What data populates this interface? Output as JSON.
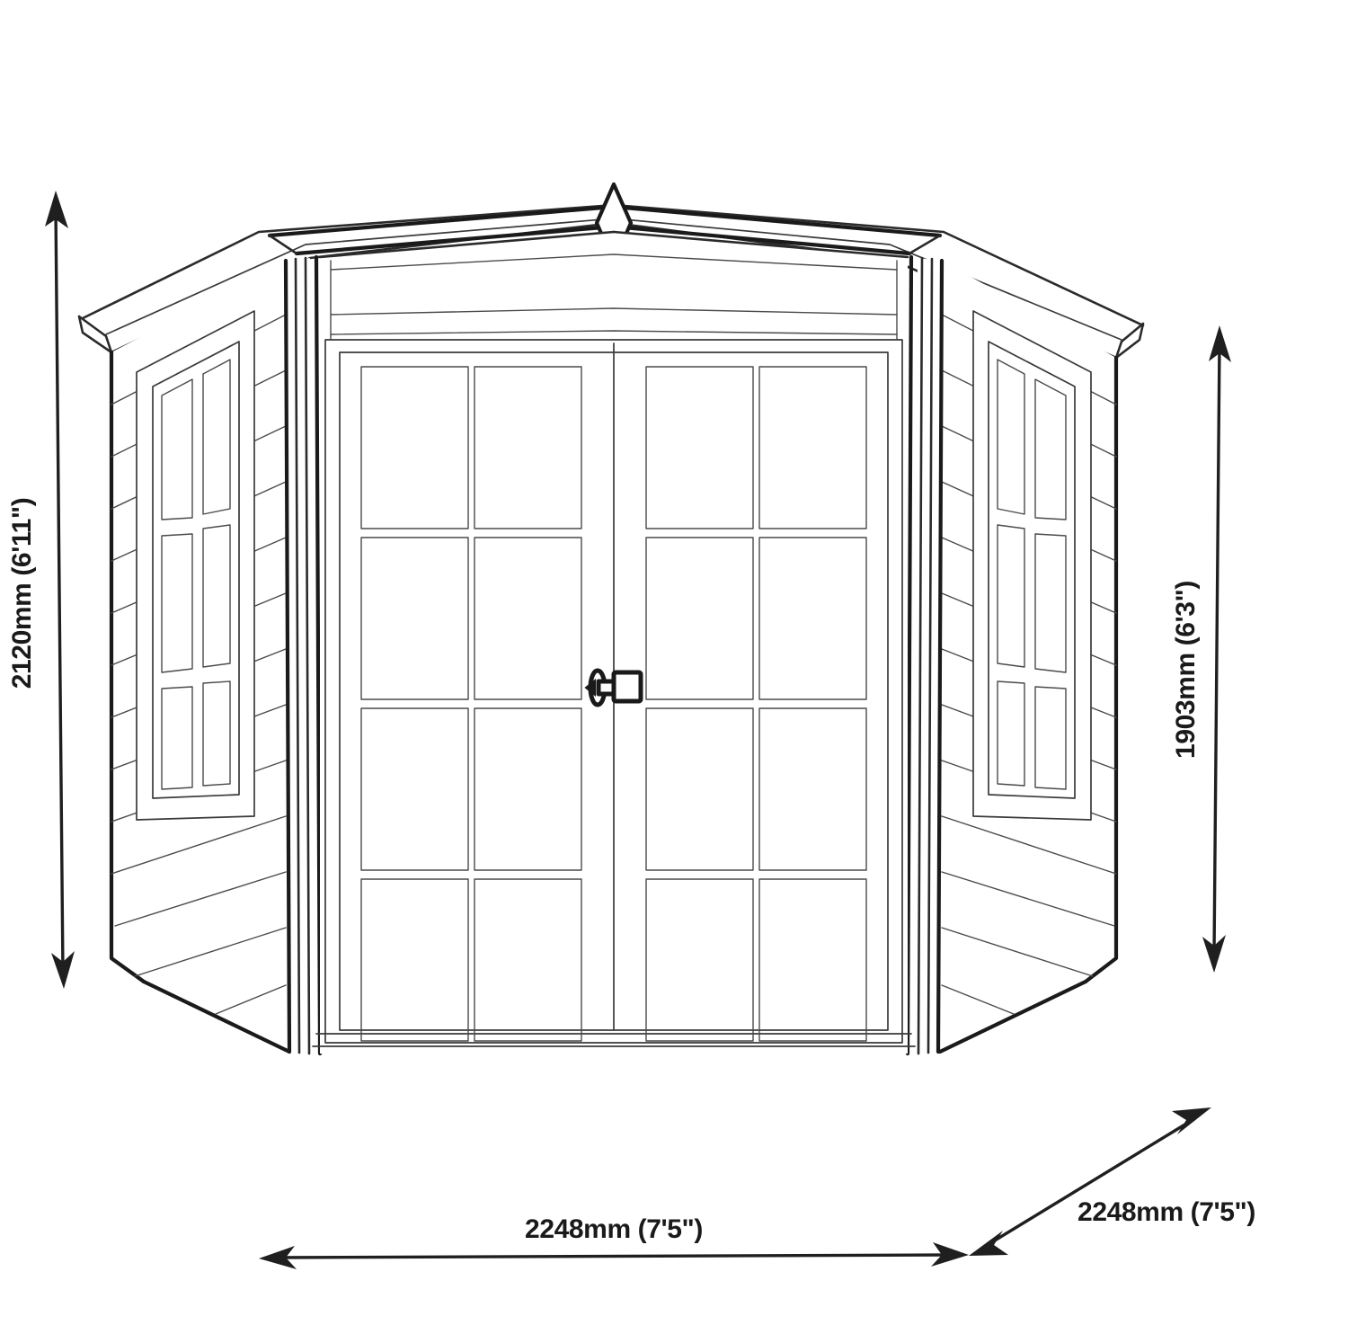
{
  "drawing": {
    "subject": "corner summerhouse shed",
    "view": "front three-quarter elevation",
    "line_color": "#1a1a1a",
    "background_color": "#ffffff"
  },
  "dimensions": {
    "height_left": {
      "label": "2120mm (6'11\")",
      "value_mm": 2120,
      "value_imperial": "6'11\"",
      "orientation": "vertical",
      "position": "left",
      "measures": "overall ridge height"
    },
    "height_right": {
      "label": "1903mm (6'3\")",
      "value_mm": 1903,
      "value_imperial": "6'3\"",
      "orientation": "vertical",
      "position": "right",
      "measures": "eaves height"
    },
    "width_front": {
      "label": "2248mm (7'5\")",
      "value_mm": 2248,
      "value_imperial": "7'5\"",
      "orientation": "horizontal",
      "position": "bottom",
      "measures": "overall width"
    },
    "depth_side": {
      "label": "2248mm (7'5\")",
      "value_mm": 2248,
      "value_imperial": "7'5\"",
      "orientation": "diagonal",
      "position": "bottom-right",
      "measures": "overall depth"
    }
  },
  "building": {
    "roof": {
      "type": "apex roof with overhanging eaves",
      "finial": "diamond-finial",
      "ridge_visible": true
    },
    "doors": {
      "type": "double glazed doors",
      "leaves": 2,
      "panes_per_leaf": 8,
      "pane_columns_per_leaf": 2,
      "pane_rows_per_leaf": 4,
      "hardware": "turn-handle-with-lock-plate"
    },
    "windows": [
      {
        "name": "left-side-window",
        "panes": 6,
        "pane_columns": 2,
        "pane_rows": 3
      },
      {
        "name": "right-side-window",
        "panes": 6,
        "pane_columns": 2,
        "pane_rows": 3
      }
    ],
    "walls": {
      "cladding": "horizontal shiplap boards",
      "corner_posts": 2
    }
  }
}
